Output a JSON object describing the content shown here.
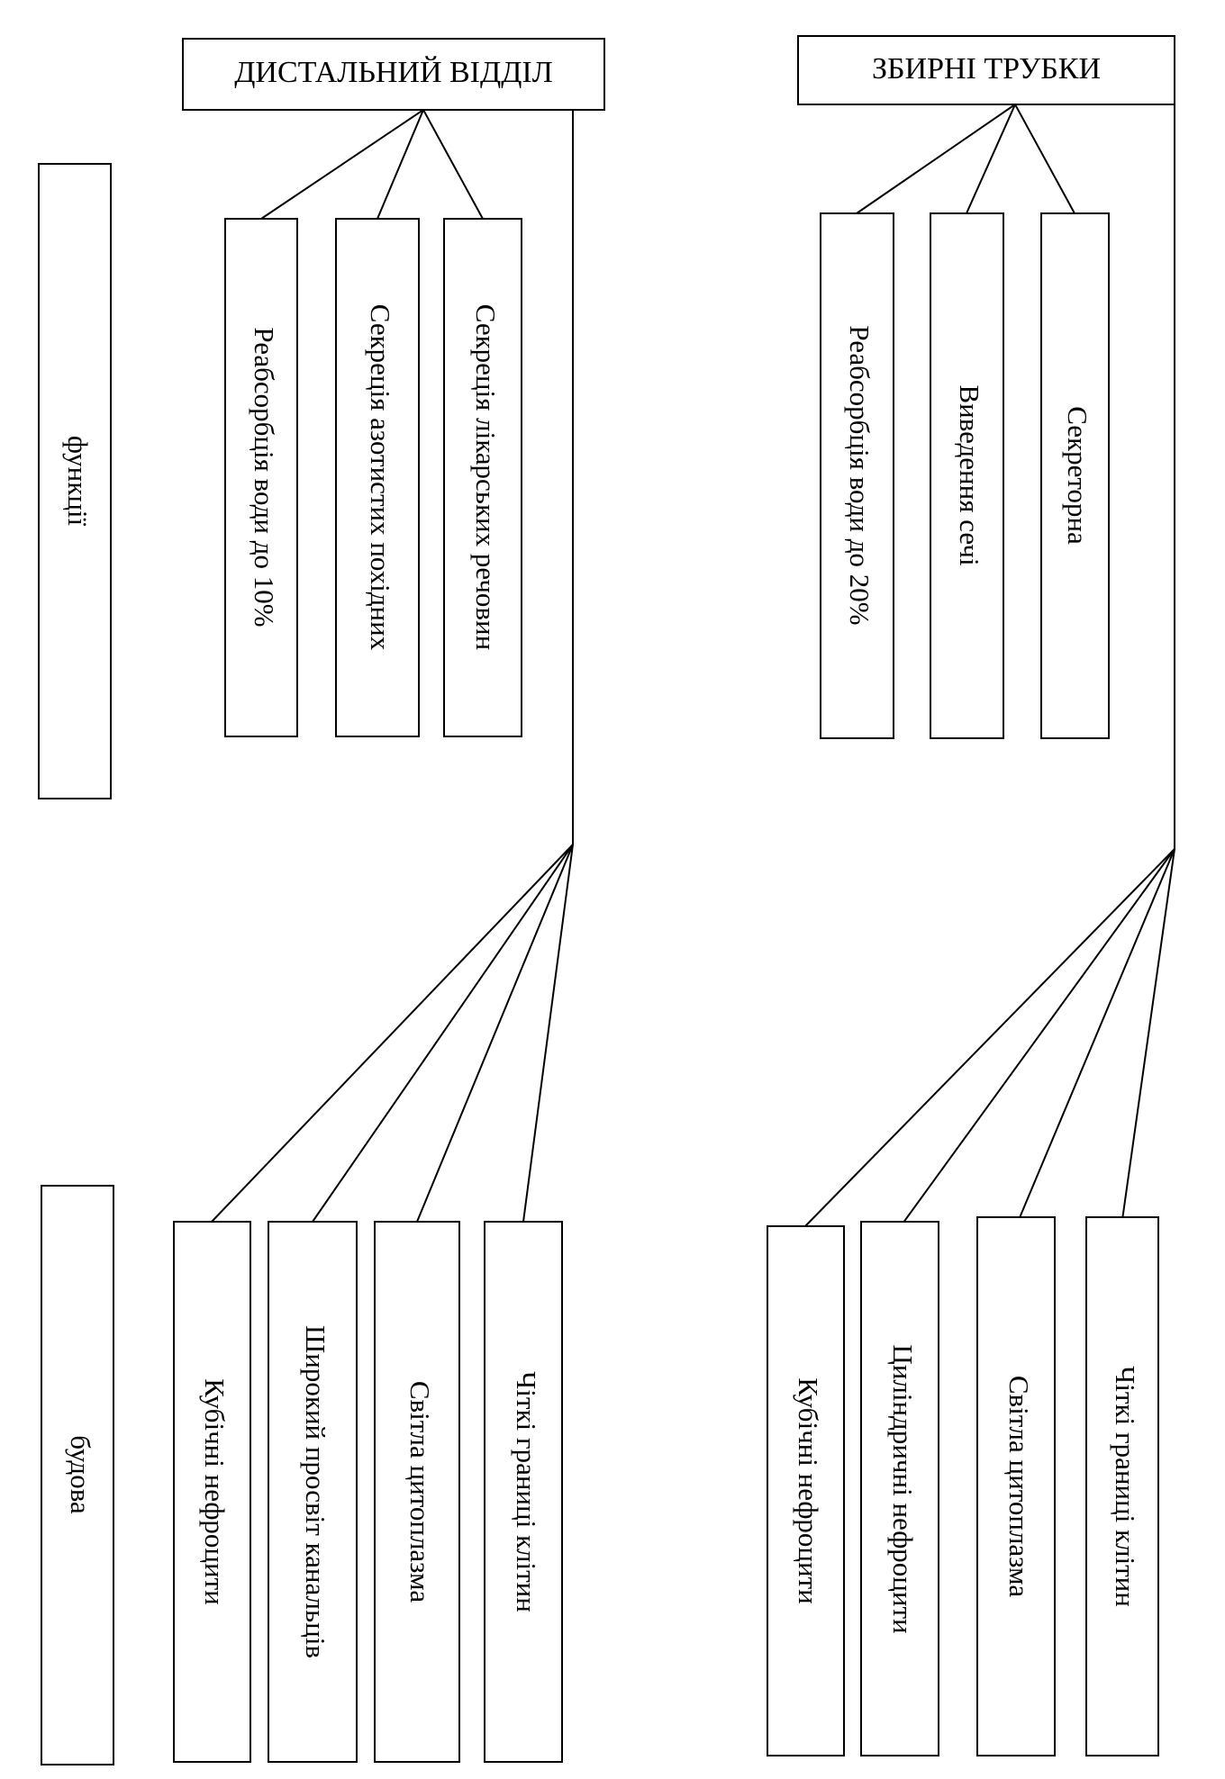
{
  "sections": [
    {
      "id": "distal",
      "title": "ДИСТАЛЬНИЙ ВІДДІЛ",
      "functions": [
        "Реабсорбція води до 10%",
        "Секреція азотистих похідних",
        "Секреція лікарських речовин"
      ],
      "structure": [
        "Кубічні нефроцити",
        "Широкий просвіт канальців",
        "Світла цитоплазма",
        "Чіткі границі клітин"
      ]
    },
    {
      "id": "collecting",
      "title": "ЗБИРНІ ТРУБКИ",
      "functions": [
        "Реабсорбція води до 20%",
        "Виведення сечі",
        "Секреторна"
      ],
      "structure": [
        "Кубічні нефроцити",
        "Циліндричні нефроцити",
        "Світла цитоплазма",
        "Чіткі границі клітин"
      ]
    }
  ],
  "side_labels": {
    "functions": "функції",
    "structure": "будова"
  }
}
